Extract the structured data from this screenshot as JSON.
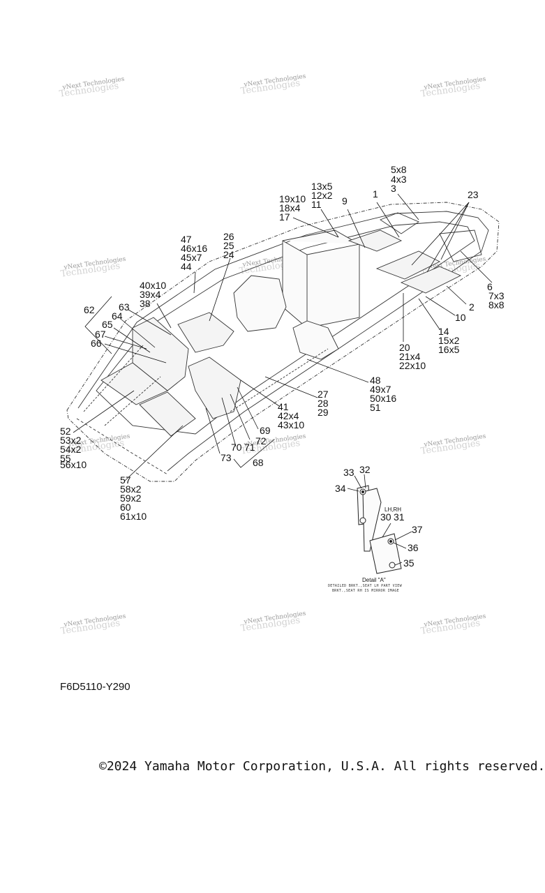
{
  "watermark": {
    "line1": "vNext Technologies",
    "line2": "Technologies"
  },
  "callouts": {
    "c1": "1",
    "c2": "2",
    "c3": "3",
    "c4x3": "4x3",
    "c5x8": "5x8",
    "c6": "6",
    "c7x3": "7x3",
    "c8x8": "8x8",
    "c9": "9",
    "c10": "10",
    "c11": "11",
    "c12x2": "12x2",
    "c13x5": "13x5",
    "c14": "14",
    "c15x2": "15x2",
    "c16x5": "16x5",
    "c17": "17",
    "c18x4": "18x4",
    "c19x10": "19x10",
    "c20": "20",
    "c21x4": "21x4",
    "c22x10": "22x10",
    "c23": "23",
    "c24": "24",
    "c25": "25",
    "c26": "26",
    "c27": "27",
    "c28": "28",
    "c29": "29",
    "c30": "30",
    "c31": "31",
    "c32": "32",
    "c33": "33",
    "c34": "34",
    "c35": "35",
    "c36": "36",
    "c37": "37",
    "c38": "38",
    "c39x4": "39x4",
    "c40x10": "40x10",
    "c41": "41",
    "c42x4": "42x4",
    "c43x10": "43x10",
    "c44": "44",
    "c45x7": "45x7",
    "c46x16": "46x16",
    "c47": "47",
    "c48": "48",
    "c49x7": "49x7",
    "c50x16": "50x16",
    "c51": "51",
    "c52": "52",
    "c53x2": "53x2",
    "c54x2": "54x2",
    "c55": "55",
    "c56x10": "56x10",
    "c57": "57",
    "c58x2": "58x2",
    "c59x2": "59x2",
    "c60": "60",
    "c61x10": "61x10",
    "c62": "62",
    "c63": "63",
    "c64": "64",
    "c65": "65",
    "c66": "66",
    "c67": "67",
    "c68": "68",
    "c69": "69",
    "c70": "70",
    "c71": "71",
    "c72": "72",
    "c73": "73"
  },
  "detail": {
    "side_label": "LH,RH",
    "title": "Detail \"A\"",
    "note_line1": "DETAILED BRKT.,SEAT LH PART VIEW",
    "note_line2": "BRKT.,SEAT RH IS MIRROR IMAGE"
  },
  "part_code": "F6D5110-Y290",
  "copyright": "©2024 Yamaha Motor Corporation, U.S.A. All rights reserved."
}
